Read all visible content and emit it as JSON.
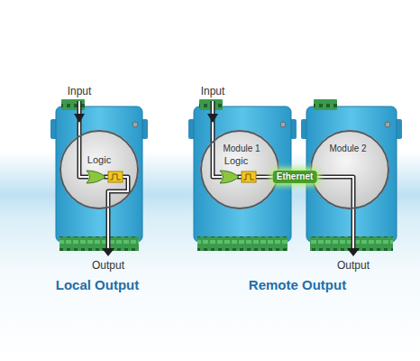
{
  "diagram": {
    "nodes": [
      {
        "text": [
          "Logic"
        ]
      },
      {
        "text": [
          "Module 1",
          "Logic"
        ]
      },
      {
        "text": [
          "Module 2"
        ]
      }
    ],
    "edges": [
      {
        "from": 1,
        "to": 2,
        "label": "Ethernet",
        "arrow": "none"
      }
    ],
    "labels": [
      "Input",
      "Output",
      "Local Output",
      "Input",
      "Output",
      "Remote Output"
    ]
  }
}
